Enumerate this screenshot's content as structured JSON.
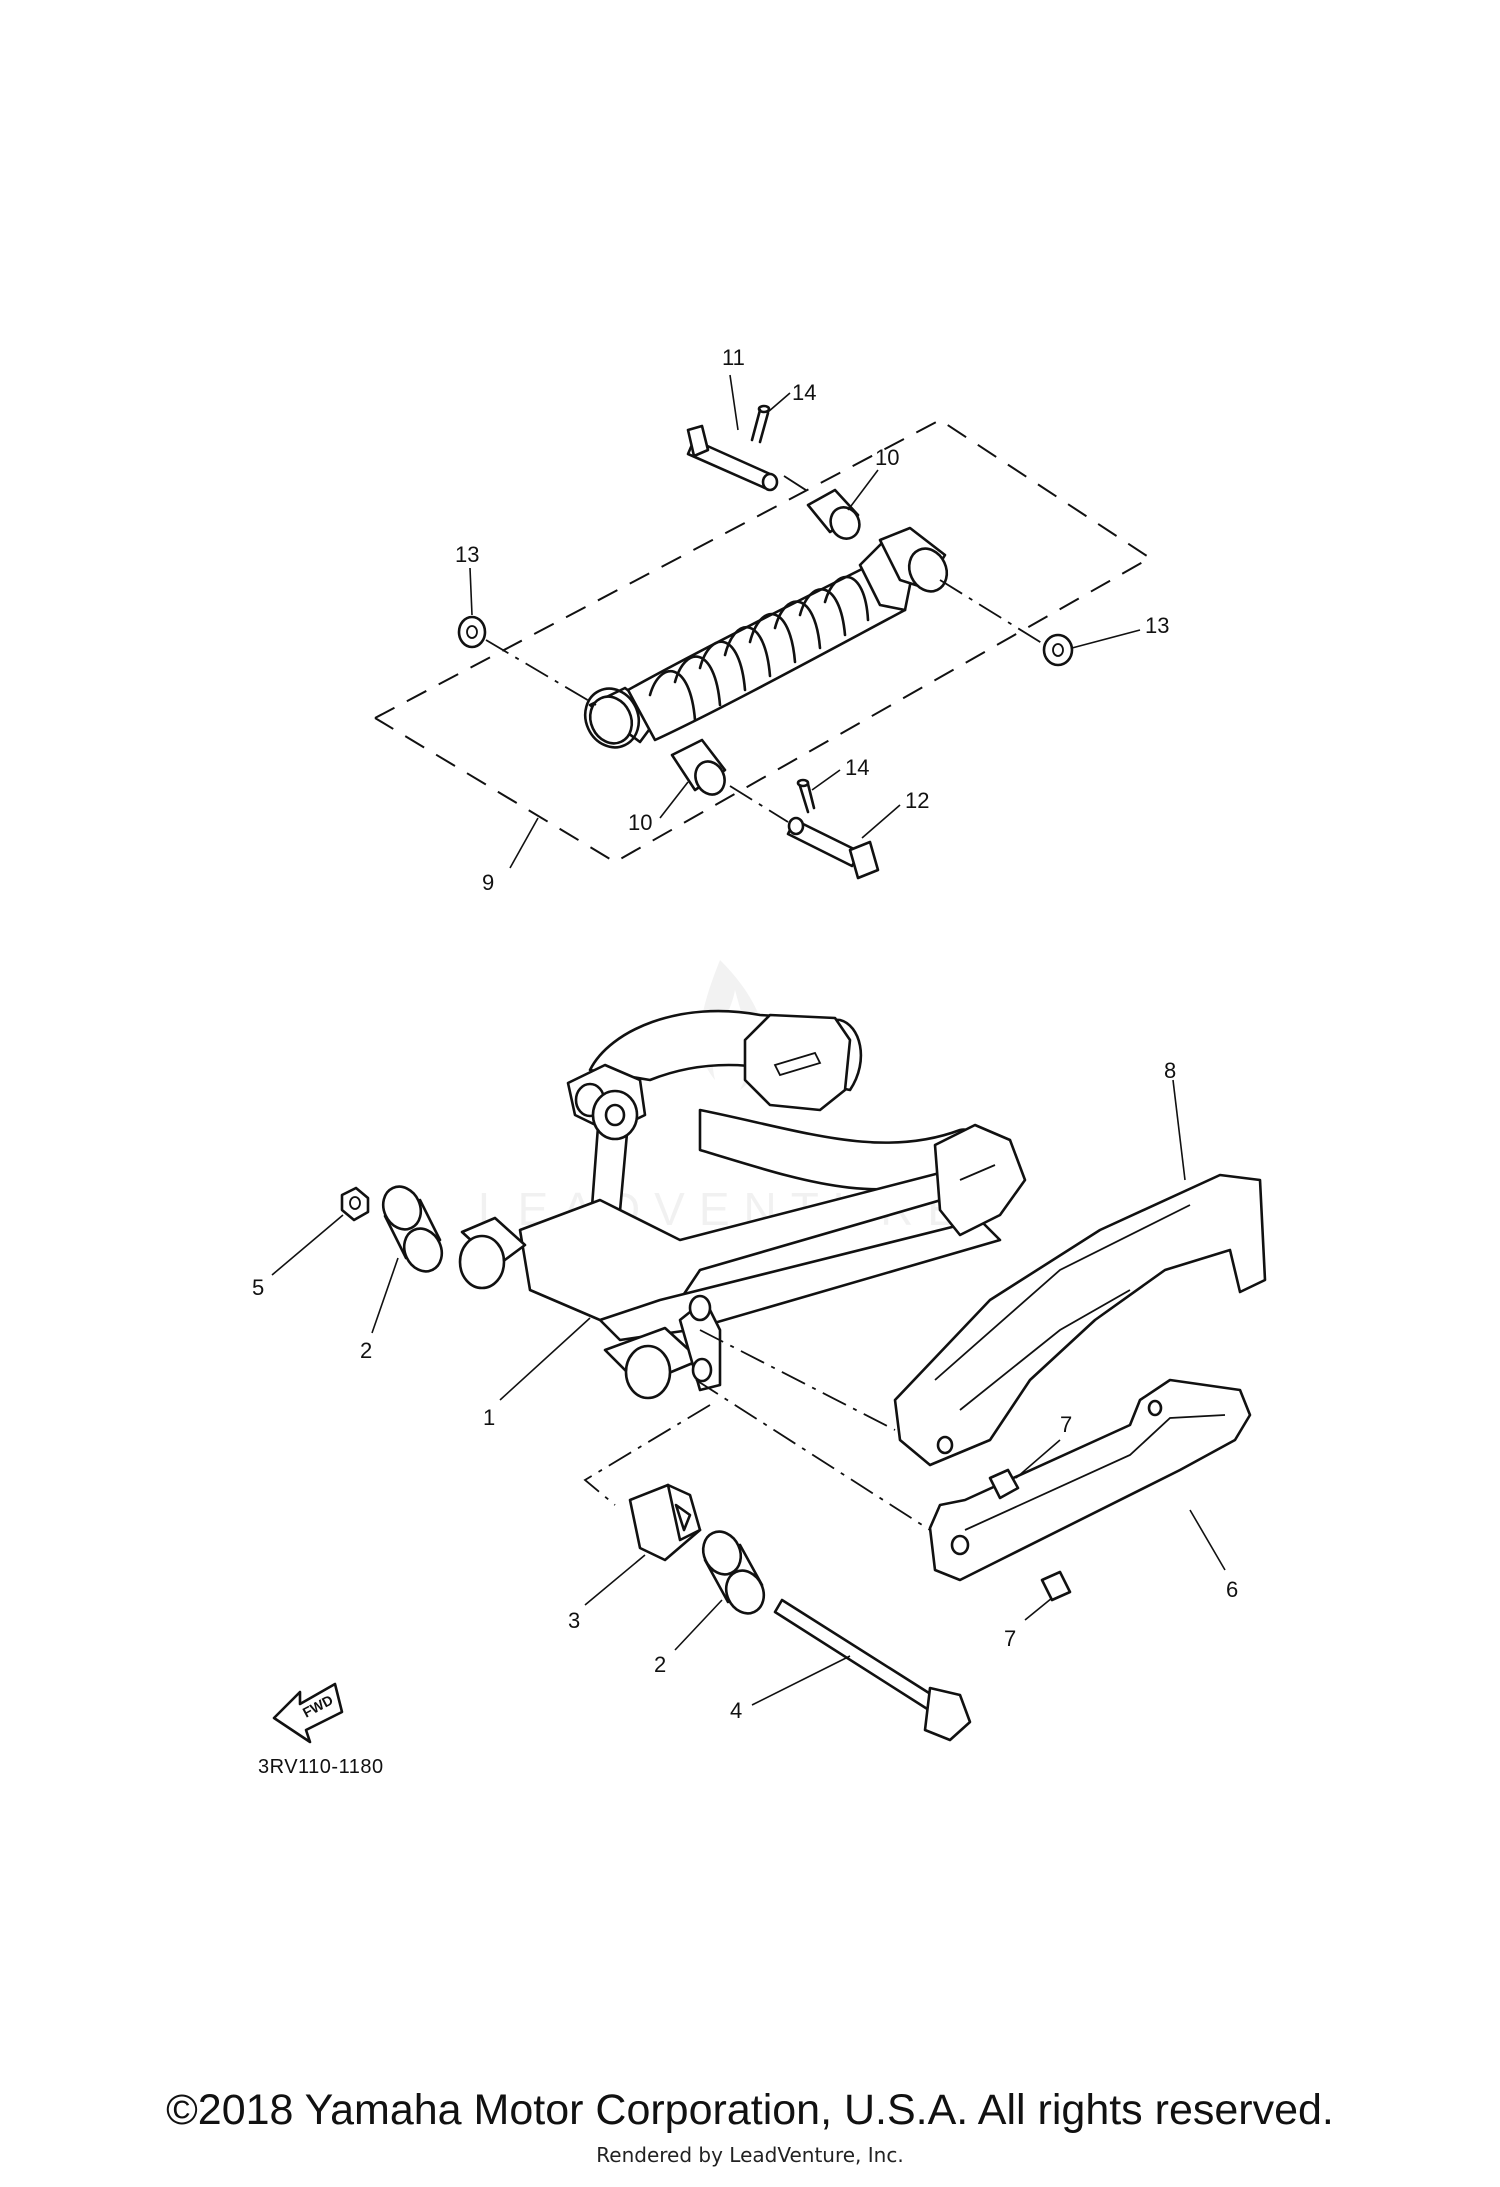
{
  "diagram": {
    "code": "3RV110-1180",
    "fwd_label": "FWD",
    "callouts": [
      "1",
      "2",
      "2",
      "3",
      "4",
      "5",
      "6",
      "7",
      "7",
      "8",
      "9",
      "10",
      "10",
      "11",
      "12",
      "13",
      "13",
      "14",
      "14"
    ]
  },
  "watermark": {
    "text": "LEADVENTURE"
  },
  "footer": {
    "copyright": "©2018 Yamaha Motor Corporation, U.S.A. All rights reserved.",
    "rendered_by": "Rendered by LeadVenture, Inc."
  },
  "colors": {
    "ink": "#111111",
    "watermark": "#e2e2e2",
    "background": "#ffffff"
  }
}
